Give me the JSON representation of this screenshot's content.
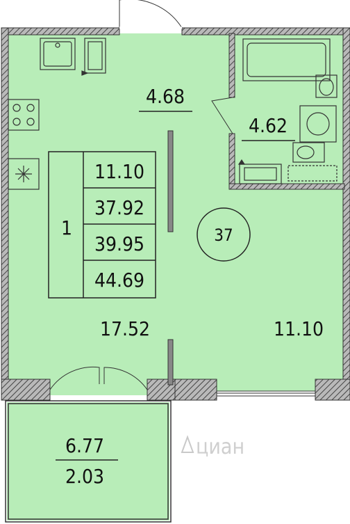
{
  "unit_number": "1",
  "apartment_number": "37",
  "areas": {
    "living_area": "11.10",
    "total_area": "37.92",
    "total_with_balcony": "39.95",
    "gross_area": "44.69"
  },
  "rooms": {
    "hallway": "4.68",
    "bathroom": "4.62",
    "kitchen": "17.52",
    "room": "11.10",
    "balcony_area": "6.77",
    "balcony_reduced": "2.03"
  },
  "watermark": "циан",
  "colors": {
    "floor": "#b8edb8",
    "wall": "#8a8a8a",
    "hatch": "#555555",
    "line": "#222222"
  }
}
